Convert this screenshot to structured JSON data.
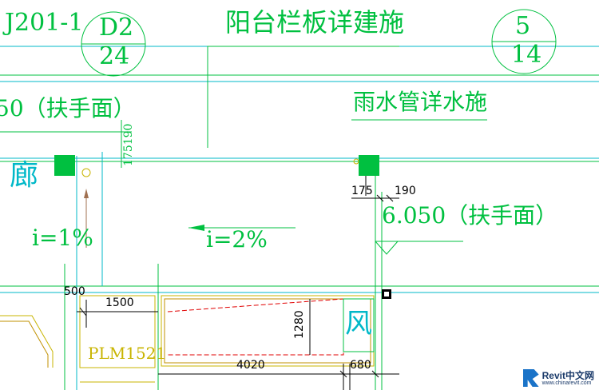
{
  "labels": {
    "ref_left": "J201-1",
    "bubble_left_top": "D2",
    "bubble_left_bottom": "24",
    "title_balcony": "阳台栏板详建施",
    "bubble_right_top": "5",
    "bubble_right_bottom": "14",
    "handrail_left": "50（扶手面）",
    "rainpipe": "雨水管详水施",
    "dim_vertical_175_190": "175190",
    "corridor": "廊",
    "dim_175": "175",
    "dim_190": "190",
    "elevation": "6.050（扶手面）",
    "slope_left": "i=1%",
    "slope_mid": "i=2%",
    "dim_500": "500",
    "dim_1500": "1500",
    "dim_1280": "1280",
    "wind_char": "风",
    "window_tag": "PLM1521",
    "dim_4020": "4020",
    "dim_680": "680"
  },
  "watermark": {
    "title": "Revit中文网",
    "url": "www.chinarevit.com"
  },
  "colors": {
    "cad_green": "#00c040",
    "cad_cyan": "#00b8c8",
    "cad_yellow": "#c8b400",
    "cad_red": "#e00000",
    "cad_orange": "#c09000",
    "background": "#ffffff"
  }
}
